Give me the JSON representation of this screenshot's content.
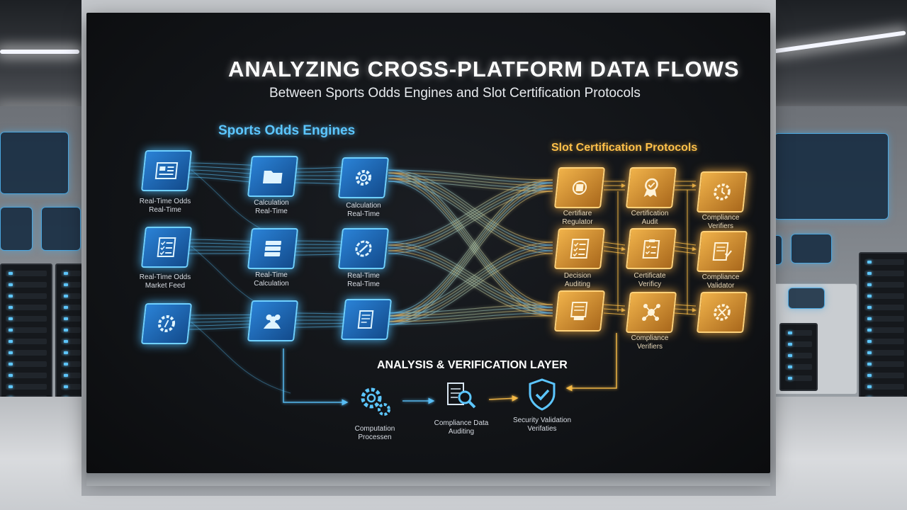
{
  "title": "ANALYZING CROSS-PLATFORM DATA FLOWS",
  "subtitle": "Between Sports Odds Engines and Slot Certification Protocols",
  "sections": {
    "left": "Sports Odds Engines",
    "right": "Slot Certification Protocols",
    "bottom": "ANALYSIS & VERIFICATION LAYER"
  },
  "sports_nodes": [
    {
      "icon": "dashboard-icon",
      "label": [
        "Real-Time Odds",
        "Real-Time"
      ]
    },
    {
      "icon": "folder-icon",
      "label": [
        "Calculation",
        "Real-Time"
      ]
    },
    {
      "icon": "gear-icon",
      "label": [
        "Calculation",
        "Real-Time"
      ]
    },
    {
      "icon": "checklist-icon",
      "label": [
        "Real-Time Odds",
        "Market Feed"
      ]
    },
    {
      "icon": "database-icon",
      "label": [
        "Real-Time",
        "Calculation"
      ]
    },
    {
      "icon": "refresh-gear-icon",
      "label": [
        "Real-Time",
        "Real-Time"
      ]
    },
    {
      "icon": "gear-compass-icon",
      "label": []
    },
    {
      "icon": "users-icon",
      "label": []
    },
    {
      "icon": "document-icon",
      "label": []
    }
  ],
  "slot_nodes": [
    {
      "icon": "chip-icon",
      "label": [
        "Certifiare",
        "Regulator"
      ]
    },
    {
      "icon": "badge-icon",
      "label": [
        "Certification",
        "Audit"
      ]
    },
    {
      "icon": "shield-gear-icon",
      "label": [
        "Compliance",
        "Verifiers"
      ]
    },
    {
      "icon": "checklist-icon",
      "label": [
        "Decision",
        "Auditing"
      ]
    },
    {
      "icon": "clipboard-icon",
      "label": [
        "Certificate",
        "Verificy"
      ]
    },
    {
      "icon": "document-check-icon",
      "label": [
        "Compliance",
        "Validator"
      ]
    },
    {
      "icon": "report-icon",
      "label": []
    },
    {
      "icon": "network-icon",
      "label": [
        "Compliance",
        "Verifiers"
      ]
    },
    {
      "icon": "wrench-gear-icon",
      "label": []
    }
  ],
  "analysis_steps": [
    {
      "icon": "gears-icon",
      "label": [
        "Computation",
        "Processen"
      ]
    },
    {
      "icon": "magnifier-document-icon",
      "label": [
        "Compliance Data",
        "Auditing"
      ]
    },
    {
      "icon": "security-shield-icon",
      "label": [
        "Security Validation",
        "Verifaties"
      ]
    }
  ],
  "colors": {
    "blue": "#5cc6ff",
    "gold": "#ffc14a",
    "board": "#111316"
  }
}
